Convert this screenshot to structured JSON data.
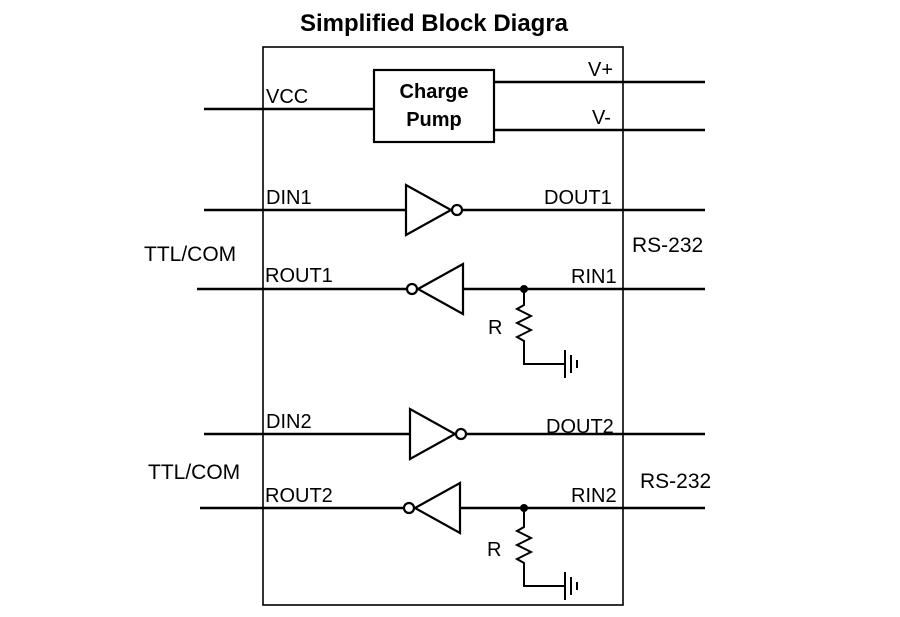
{
  "diagram": {
    "title": "Simplified Block Diagra",
    "charge_pump": {
      "line1": "Charge",
      "line2": "Pump"
    },
    "pins": {
      "vcc": "VCC",
      "v_plus": "V+",
      "v_minus": "V-",
      "din1": "DIN1",
      "dout1": "DOUT1",
      "rout1": "ROUT1",
      "rin1": "RIN1",
      "din2": "DIN2",
      "dout2": "DOUT2",
      "rout2": "ROUT2",
      "rin2": "RIN2"
    },
    "side_labels": {
      "ttl_com_1": "TTL/COM",
      "ttl_com_2": "TTL/COM",
      "rs232_1": "RS-232",
      "rs232_2": "RS-232"
    },
    "resistors": {
      "r1": "R",
      "r2": "R"
    }
  }
}
